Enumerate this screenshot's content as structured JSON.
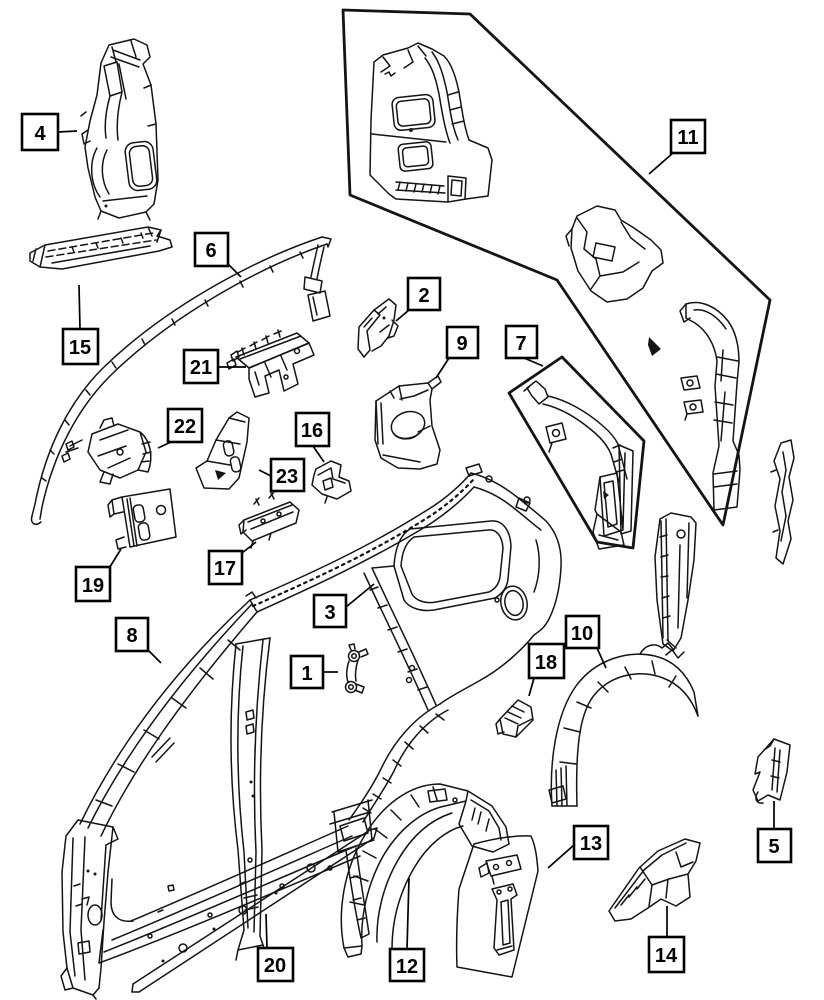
{
  "canvas": {
    "background": "#ffffff",
    "line_color": "#141414",
    "callout_fill": "#ffffff",
    "callout_border": "#000000",
    "callout_text_color": "#000000"
  },
  "callouts": {
    "1": {
      "label": "1"
    },
    "2": {
      "label": "2"
    },
    "3": {
      "label": "3"
    },
    "4": {
      "label": "4"
    },
    "5": {
      "label": "5"
    },
    "6": {
      "label": "6"
    },
    "7": {
      "label": "7"
    },
    "8": {
      "label": "8"
    },
    "9": {
      "label": "9"
    },
    "10": {
      "label": "10"
    },
    "11": {
      "label": "11"
    },
    "12": {
      "label": "12"
    },
    "13": {
      "label": "13"
    },
    "14": {
      "label": "14"
    },
    "15": {
      "label": "15"
    },
    "16": {
      "label": "16"
    },
    "17": {
      "label": "17"
    },
    "18": {
      "label": "18"
    },
    "19": {
      "label": "19"
    },
    "20": {
      "label": "20"
    },
    "21": {
      "label": "21"
    },
    "22": {
      "label": "22"
    },
    "23": {
      "label": "23"
    }
  }
}
